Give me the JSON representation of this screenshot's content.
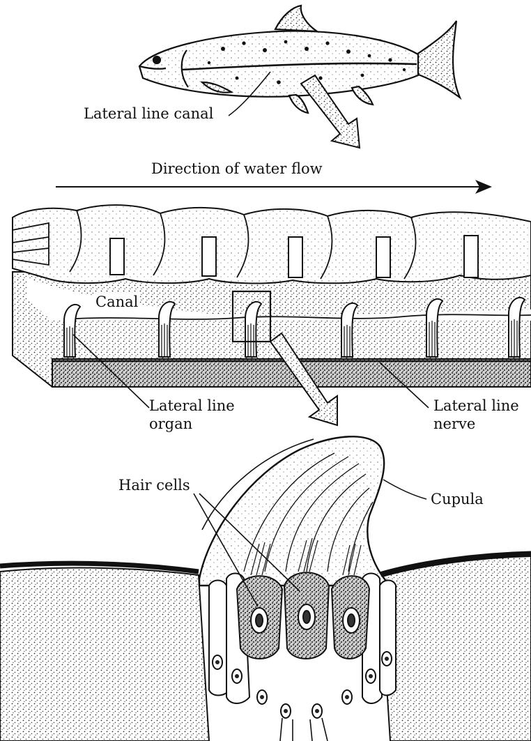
{
  "labels": {
    "lateral_line_canal": "Lateral line canal",
    "direction_of_water_flow": "Direction of water flow",
    "canal": "Canal",
    "lateral_line_organ_line1": "Lateral line",
    "lateral_line_organ_line2": "organ",
    "lateral_line_nerve_line1": "Lateral line",
    "lateral_line_nerve_line2": "nerve",
    "hair_cells": "Hair cells",
    "cupula": "Cupula"
  },
  "colors": {
    "ink": "#111111",
    "paper": "#ffffff",
    "stipple": "#b9b9b9"
  }
}
